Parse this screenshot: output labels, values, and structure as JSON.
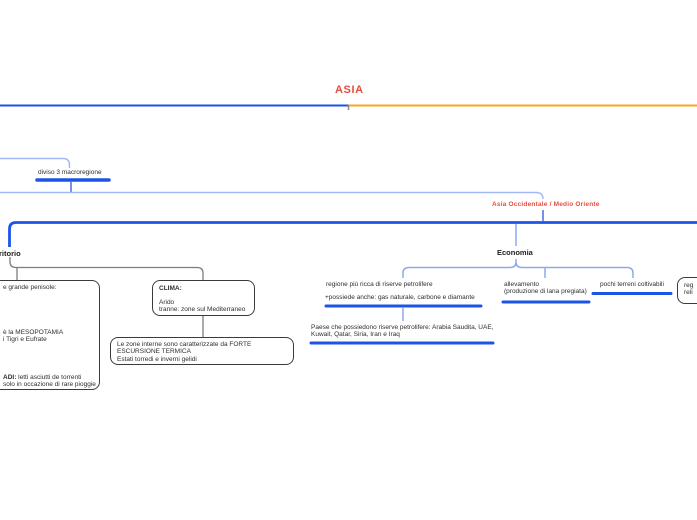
{
  "colors": {
    "accent_red": "#e74d3d",
    "branch_blue": "#1e53e8",
    "branch_orange": "#f6a81f",
    "connector_light_blue": "#a3b9f5",
    "connector_mid_blue": "#4a6ade",
    "connector_gray": "#8c8c8c",
    "underline_bar_blue": "#1e53e8",
    "box_border": "#3b3b3b",
    "text": "#2e2e2e"
  },
  "mindmap": {
    "root": {
      "label": "ASIA"
    },
    "diviso": {
      "label": "diviso 3 macroregione"
    },
    "asia_occidentale": {
      "label": "Asia Occidentale / Medio Oriente"
    },
    "territorio": {
      "label": "ritorio",
      "peninsole_box": {
        "line1": "e grande penisole:",
        "line2": "è la MESOPOTAMIA",
        "line3": "i Tigri e Eufrate",
        "line4_bold": "ADI:",
        "line4_rest": " letti asciutti de torrenti",
        "line5": "solo in occazione di rare pioggie"
      },
      "clima_box": {
        "title": "CLIMA:",
        "line1": "Arido",
        "line2": "tranne: zone sul Mediterraneo"
      },
      "zone_box": {
        "line1": "Le zone interne sono caratterizzate da FORTE",
        "line2": "ESCURSIONE TERMICA",
        "line3": "Estati torredi e inverni gelidi"
      }
    },
    "economia": {
      "label": "Economia",
      "petrolifere": {
        "line1": "regione più ricca di riserve petrolifere",
        "line2": "+possiede anche: gas naturale, carbone e diamante"
      },
      "paesi": {
        "line1": "Paese che possiedono riserve petrolifere: Arabia Saudita, UAE,",
        "line2": "Kuwait, Qatar, Siria, Iran e Iraq"
      },
      "allevamento": {
        "line1": "allevamento",
        "line2": "(produzione di lana pregiata)"
      },
      "terreni": {
        "label": "pochi terreni coltivabili"
      },
      "clipped_box": {
        "line1": "reg",
        "line2": "reli"
      }
    }
  }
}
